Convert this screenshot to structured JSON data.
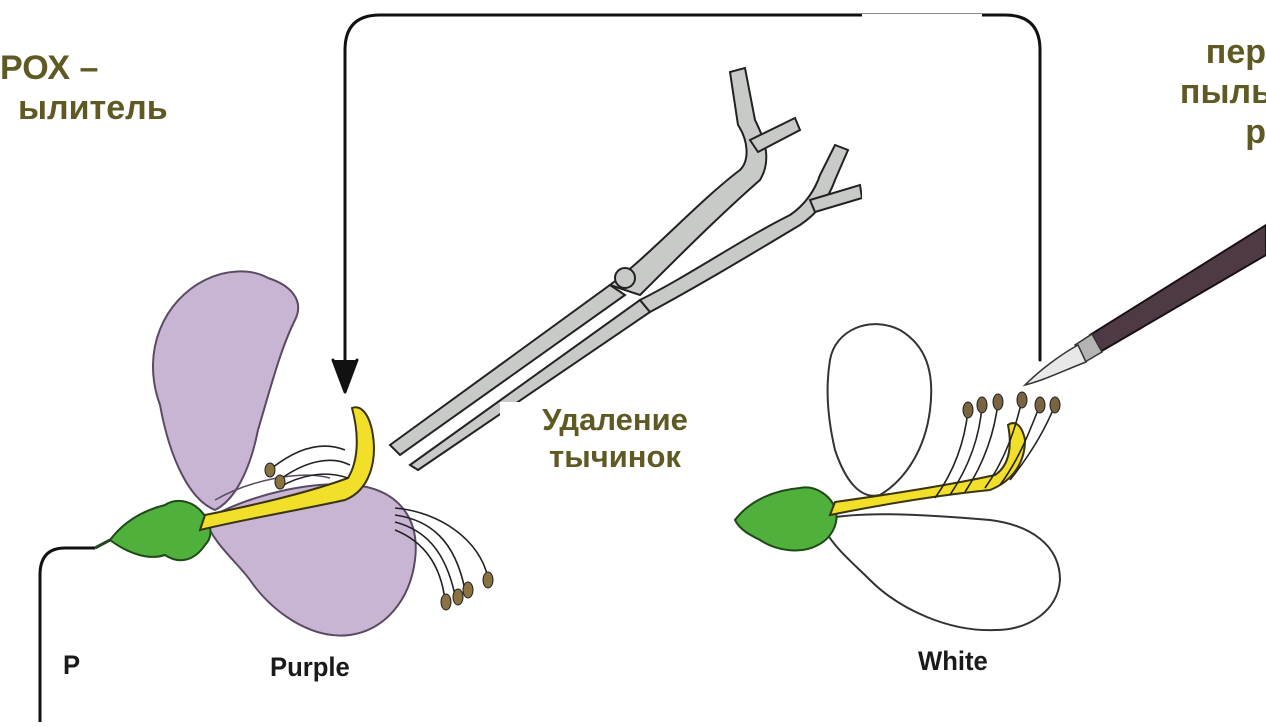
{
  "labels": {
    "top_left_line1": "РОХ –",
    "top_left_line2": "ылитель",
    "top_right_line1": "пер",
    "top_right_line2": "пыль",
    "top_right_line3": "р",
    "center_line1": "Удаление",
    "center_line2": "тычинок",
    "p_label": "P",
    "purple_label": "Purple",
    "white_label": "White"
  },
  "colors": {
    "text_olive": "#5f5a23",
    "petal_purple": "#c8b5d3",
    "petal_white": "#ffffff",
    "sepal_green": "#4fb03c",
    "pistil_yellow": "#f2df2a",
    "scissors_gray": "#c8cac7",
    "brush_handle": "#4d3a44"
  },
  "icons": {
    "scissors": "scissors-icon",
    "brush": "brush-icon"
  }
}
